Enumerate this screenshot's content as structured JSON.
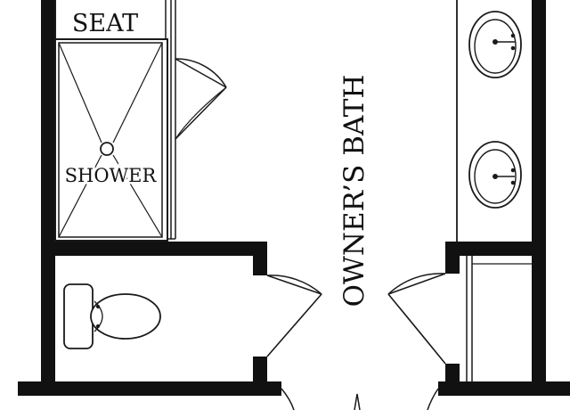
{
  "labels": {
    "seat": "SEAT",
    "shower": "SHOWER",
    "room": "OWNER’S BATH"
  },
  "colors": {
    "wall": "#111111",
    "line": "#1a1a1a",
    "background": "#ffffff"
  },
  "fixtures": {
    "sinks": 2,
    "toilets": 1,
    "showers": 1
  }
}
